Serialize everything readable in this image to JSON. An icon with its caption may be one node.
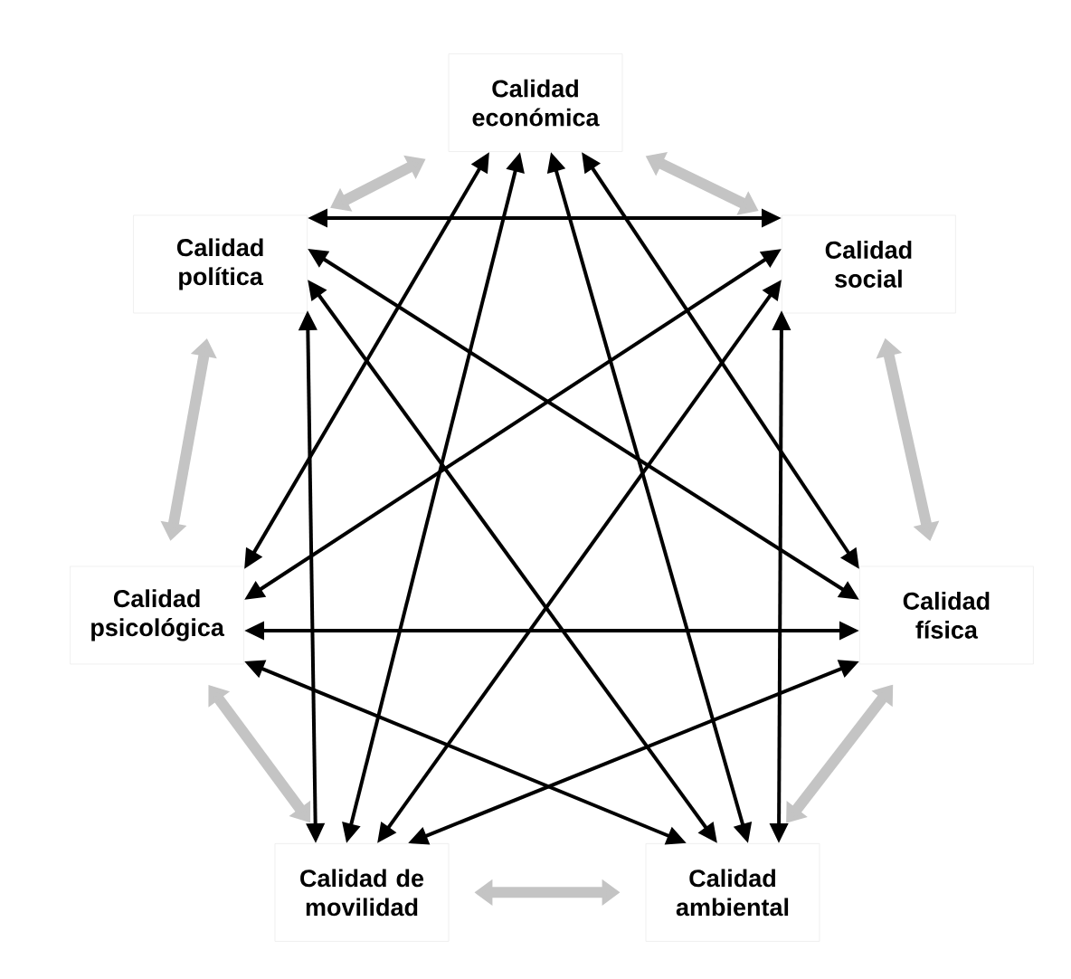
{
  "diagram": {
    "nodes": [
      {
        "text": [
          "Calidad económica"
        ]
      },
      {
        "text": [
          "Calidad social"
        ]
      },
      {
        "text": [
          "Calidad física"
        ]
      },
      {
        "text": [
          "Calidad ambiental"
        ]
      },
      {
        "text": [
          "Calidad de movilidad"
        ]
      },
      {
        "text": [
          "Calidad psicológica"
        ]
      },
      {
        "text": [
          "Calidad política"
        ]
      }
    ],
    "edges": [
      {
        "from": 0,
        "to": 1,
        "arrow": "both",
        "style": "thick",
        "color": "#c4c4c4"
      },
      {
        "from": 1,
        "to": 2,
        "arrow": "both",
        "style": "thick",
        "color": "#c4c4c4"
      },
      {
        "from": 2,
        "to": 3,
        "arrow": "both",
        "style": "thick",
        "color": "#c4c4c4"
      },
      {
        "from": 3,
        "to": 4,
        "arrow": "both",
        "style": "thick",
        "color": "#c4c4c4"
      },
      {
        "from": 4,
        "to": 5,
        "arrow": "both",
        "style": "thick",
        "color": "#c4c4c4"
      },
      {
        "from": 5,
        "to": 6,
        "arrow": "both",
        "style": "thick",
        "color": "#c4c4c4"
      },
      {
        "from": 6,
        "to": 0,
        "arrow": "both",
        "style": "thick",
        "color": "#c4c4c4"
      },
      {
        "from": 0,
        "to": 2,
        "arrow": "both"
      },
      {
        "from": 0,
        "to": 3,
        "arrow": "both"
      },
      {
        "from": 0,
        "to": 4,
        "arrow": "both"
      },
      {
        "from": 0,
        "to": 5,
        "arrow": "both"
      },
      {
        "from": 1,
        "to": 3,
        "arrow": "both"
      },
      {
        "from": 1,
        "to": 4,
        "arrow": "both"
      },
      {
        "from": 1,
        "to": 5,
        "arrow": "both"
      },
      {
        "from": 1,
        "to": 6,
        "arrow": "both"
      },
      {
        "from": 2,
        "to": 4,
        "arrow": "both"
      },
      {
        "from": 2,
        "to": 5,
        "arrow": "both"
      },
      {
        "from": 2,
        "to": 6,
        "arrow": "both"
      },
      {
        "from": 3,
        "to": 5,
        "arrow": "both"
      },
      {
        "from": 3,
        "to": 6,
        "arrow": "both"
      },
      {
        "from": 4,
        "to": 6,
        "arrow": "both"
      }
    ]
  }
}
